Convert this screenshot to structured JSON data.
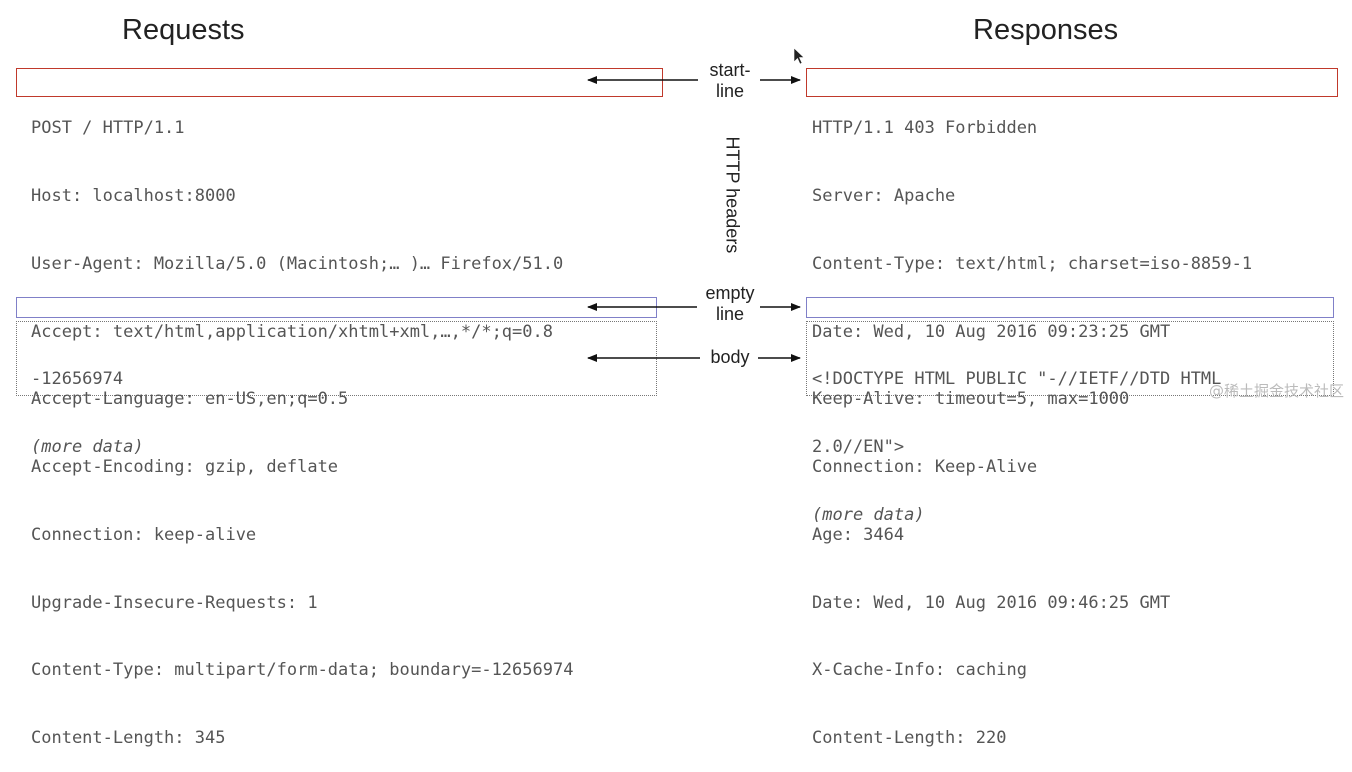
{
  "headings": {
    "requests": "Requests",
    "responses": "Responses"
  },
  "request": {
    "start_line": "POST / HTTP/1.1",
    "headers": [
      "Host: localhost:8000",
      "User-Agent: Mozilla/5.0 (Macintosh;… )… Firefox/51.0",
      "Accept: text/html,application/xhtml+xml,…,*/*;q=0.8",
      "Accept-Language: en-US,en;q=0.5",
      "Accept-Encoding: gzip, deflate",
      "Connection: keep-alive",
      "Upgrade-Insecure-Requests: 1",
      "Content-Type: multipart/form-data; boundary=-12656974",
      "Content-Length: 345"
    ],
    "body": [
      "-12656974",
      "(more data)"
    ]
  },
  "response": {
    "start_line": "HTTP/1.1 403 Forbidden",
    "headers": [
      "Server: Apache",
      "Content-Type: text/html; charset=iso-8859-1",
      "Date: Wed, 10 Aug 2016 09:23:25 GMT",
      "Keep-Alive: timeout=5, max=1000",
      "Connection: Keep-Alive",
      "Age: 3464",
      "Date: Wed, 10 Aug 2016 09:46:25 GMT",
      "X-Cache-Info: caching",
      "Content-Length: 220"
    ],
    "body": [
      "<!DOCTYPE HTML PUBLIC \"-//IETF//DTD HTML",
      "2.0//EN\">",
      "(more data)"
    ]
  },
  "labels": {
    "start_line_1": "start-",
    "start_line_2": "line",
    "http_headers": "HTTP headers",
    "empty_line_1": "empty",
    "empty_line_2": "line",
    "body": "body"
  },
  "colors": {
    "start_line_box": "#c0392b",
    "empty_line_box": "#8080c8",
    "body_box": "#777777"
  },
  "watermark": "@稀土掘金技术社区"
}
